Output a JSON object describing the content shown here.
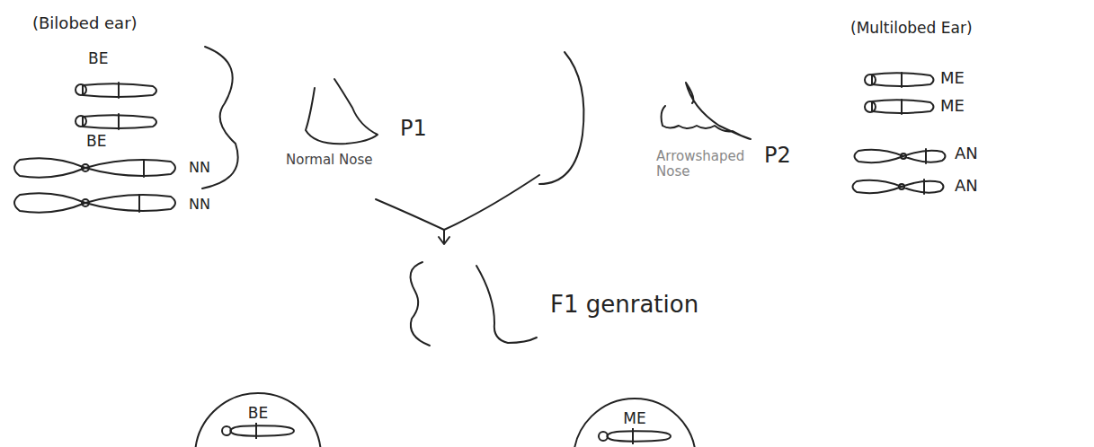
{
  "diagram": {
    "nodes": [
      {
        "text": [
          "BE"
        ]
      },
      {
        "text": [
          "ME"
        ]
      }
    ],
    "labels": [
      "(Bilobed ear)",
      "BE",
      "BE",
      "NN",
      "NN",
      "P1",
      "Normal Nose",
      "P2",
      "Arrowshaped Nose",
      "(Multilobed Ear)",
      "ME",
      "ME",
      "AN",
      "AN",
      "F1 genration"
    ]
  }
}
